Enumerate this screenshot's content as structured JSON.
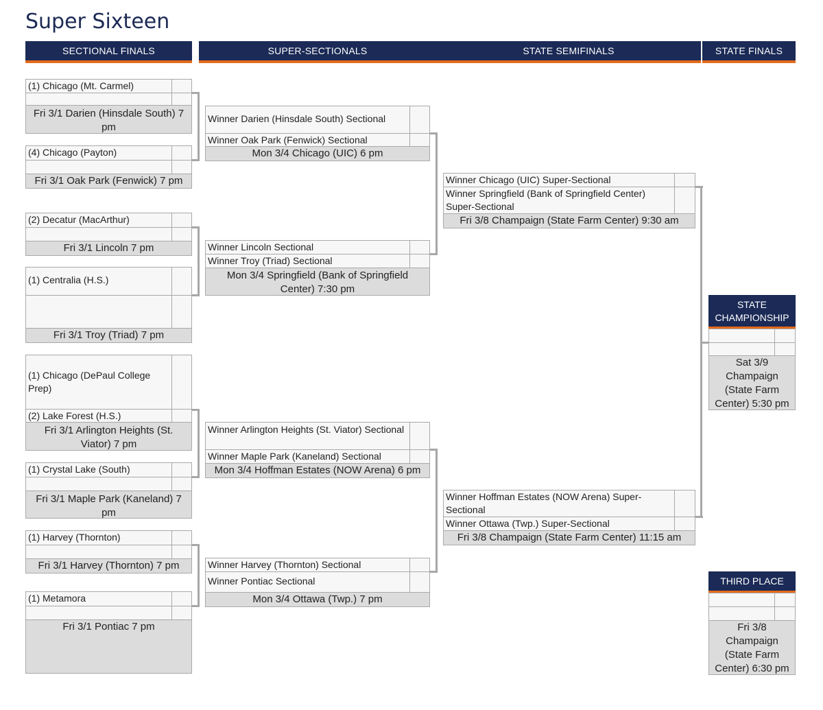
{
  "title": "Super Sixteen",
  "headers": {
    "sectional_finals": "SECTIONAL FINALS",
    "super_sectionals": "SUPER-SECTIONALS",
    "state_semifinals": "STATE SEMIFINALS",
    "state_finals": "STATE FINALS"
  },
  "sectionals": [
    {
      "team_a": "(1) Chicago (Mt. Carmel)",
      "team_b": "(4) Chicago (Payton)",
      "game_a": "Fri 3/1 Darien (Hinsdale South) 7 pm",
      "game_b": "Fri 3/1 Oak Park (Fenwick) 7 pm"
    },
    {
      "team_a": "(2) Decatur (MacArthur)",
      "team_b": "(1) Centralia (H.S.)",
      "game_a": "Fri 3/1 Lincoln 7 pm",
      "game_b": "Fri 3/1 Troy (Triad) 7 pm"
    },
    {
      "team_a": "(1) Chicago (DePaul College Prep)",
      "team_b": "(2) Lake Forest (H.S.)",
      "game_a": "Fri 3/1 Arlington Heights (St. Viator) 7 pm",
      "game_b": ""
    },
    {
      "team_a": "(1) Crystal Lake (South)",
      "team_b": "",
      "game_a": "Fri 3/1 Maple Park (Kaneland) 7 pm",
      "game_b": ""
    },
    {
      "team_a": "(1) Harvey (Thornton)",
      "team_b": "(1) Metamora",
      "game_a": "Fri 3/1 Harvey (Thornton) 7 pm",
      "game_b": "Fri 3/1 Pontiac 7 pm"
    }
  ],
  "super_sectionals": [
    {
      "team_a": "Winner Darien (Hinsdale South) Sectional",
      "team_b": "Winner Oak Park (Fenwick) Sectional",
      "game": "Mon 3/4 Chicago (UIC) 6 pm"
    },
    {
      "team_a": "Winner Lincoln Sectional",
      "team_b": "Winner Troy (Triad) Sectional",
      "game": "Mon 3/4 Springfield (Bank of Springfield Center) 7:30 pm"
    },
    {
      "team_a": "Winner Arlington Heights (St. Viator) Sectional",
      "team_b": "Winner Maple Park (Kaneland) Sectional",
      "game": "Mon 3/4 Hoffman Estates (NOW Arena) 6 pm"
    },
    {
      "team_a": "Winner Harvey (Thornton) Sectional",
      "team_b": "Winner Pontiac Sectional",
      "game": "Mon 3/4 Ottawa (Twp.) 7 pm"
    }
  ],
  "semifinals": [
    {
      "team_a": "Winner Chicago (UIC) Super-Sectional",
      "team_b": "Winner Springfield (Bank of Springfield Center) Super-Sectional",
      "game": "Fri 3/8 Champaign (State Farm Center) 9:30 am"
    },
    {
      "team_a": "Winner Hoffman Estates (NOW Arena) Super-Sectional",
      "team_b": "Winner Ottawa (Twp.) Super-Sectional",
      "game": "Fri 3/8 Champaign (State Farm Center) 11:15 am"
    }
  ],
  "championship": {
    "label": "STATE CHAMPIONSHIP",
    "game": "Sat 3/9 Champaign (State Farm Center) 5:30 pm"
  },
  "third_place": {
    "label": "THIRD PLACE",
    "game": "Fri 3/8 Champaign (State Farm Center) 6:30 pm"
  }
}
